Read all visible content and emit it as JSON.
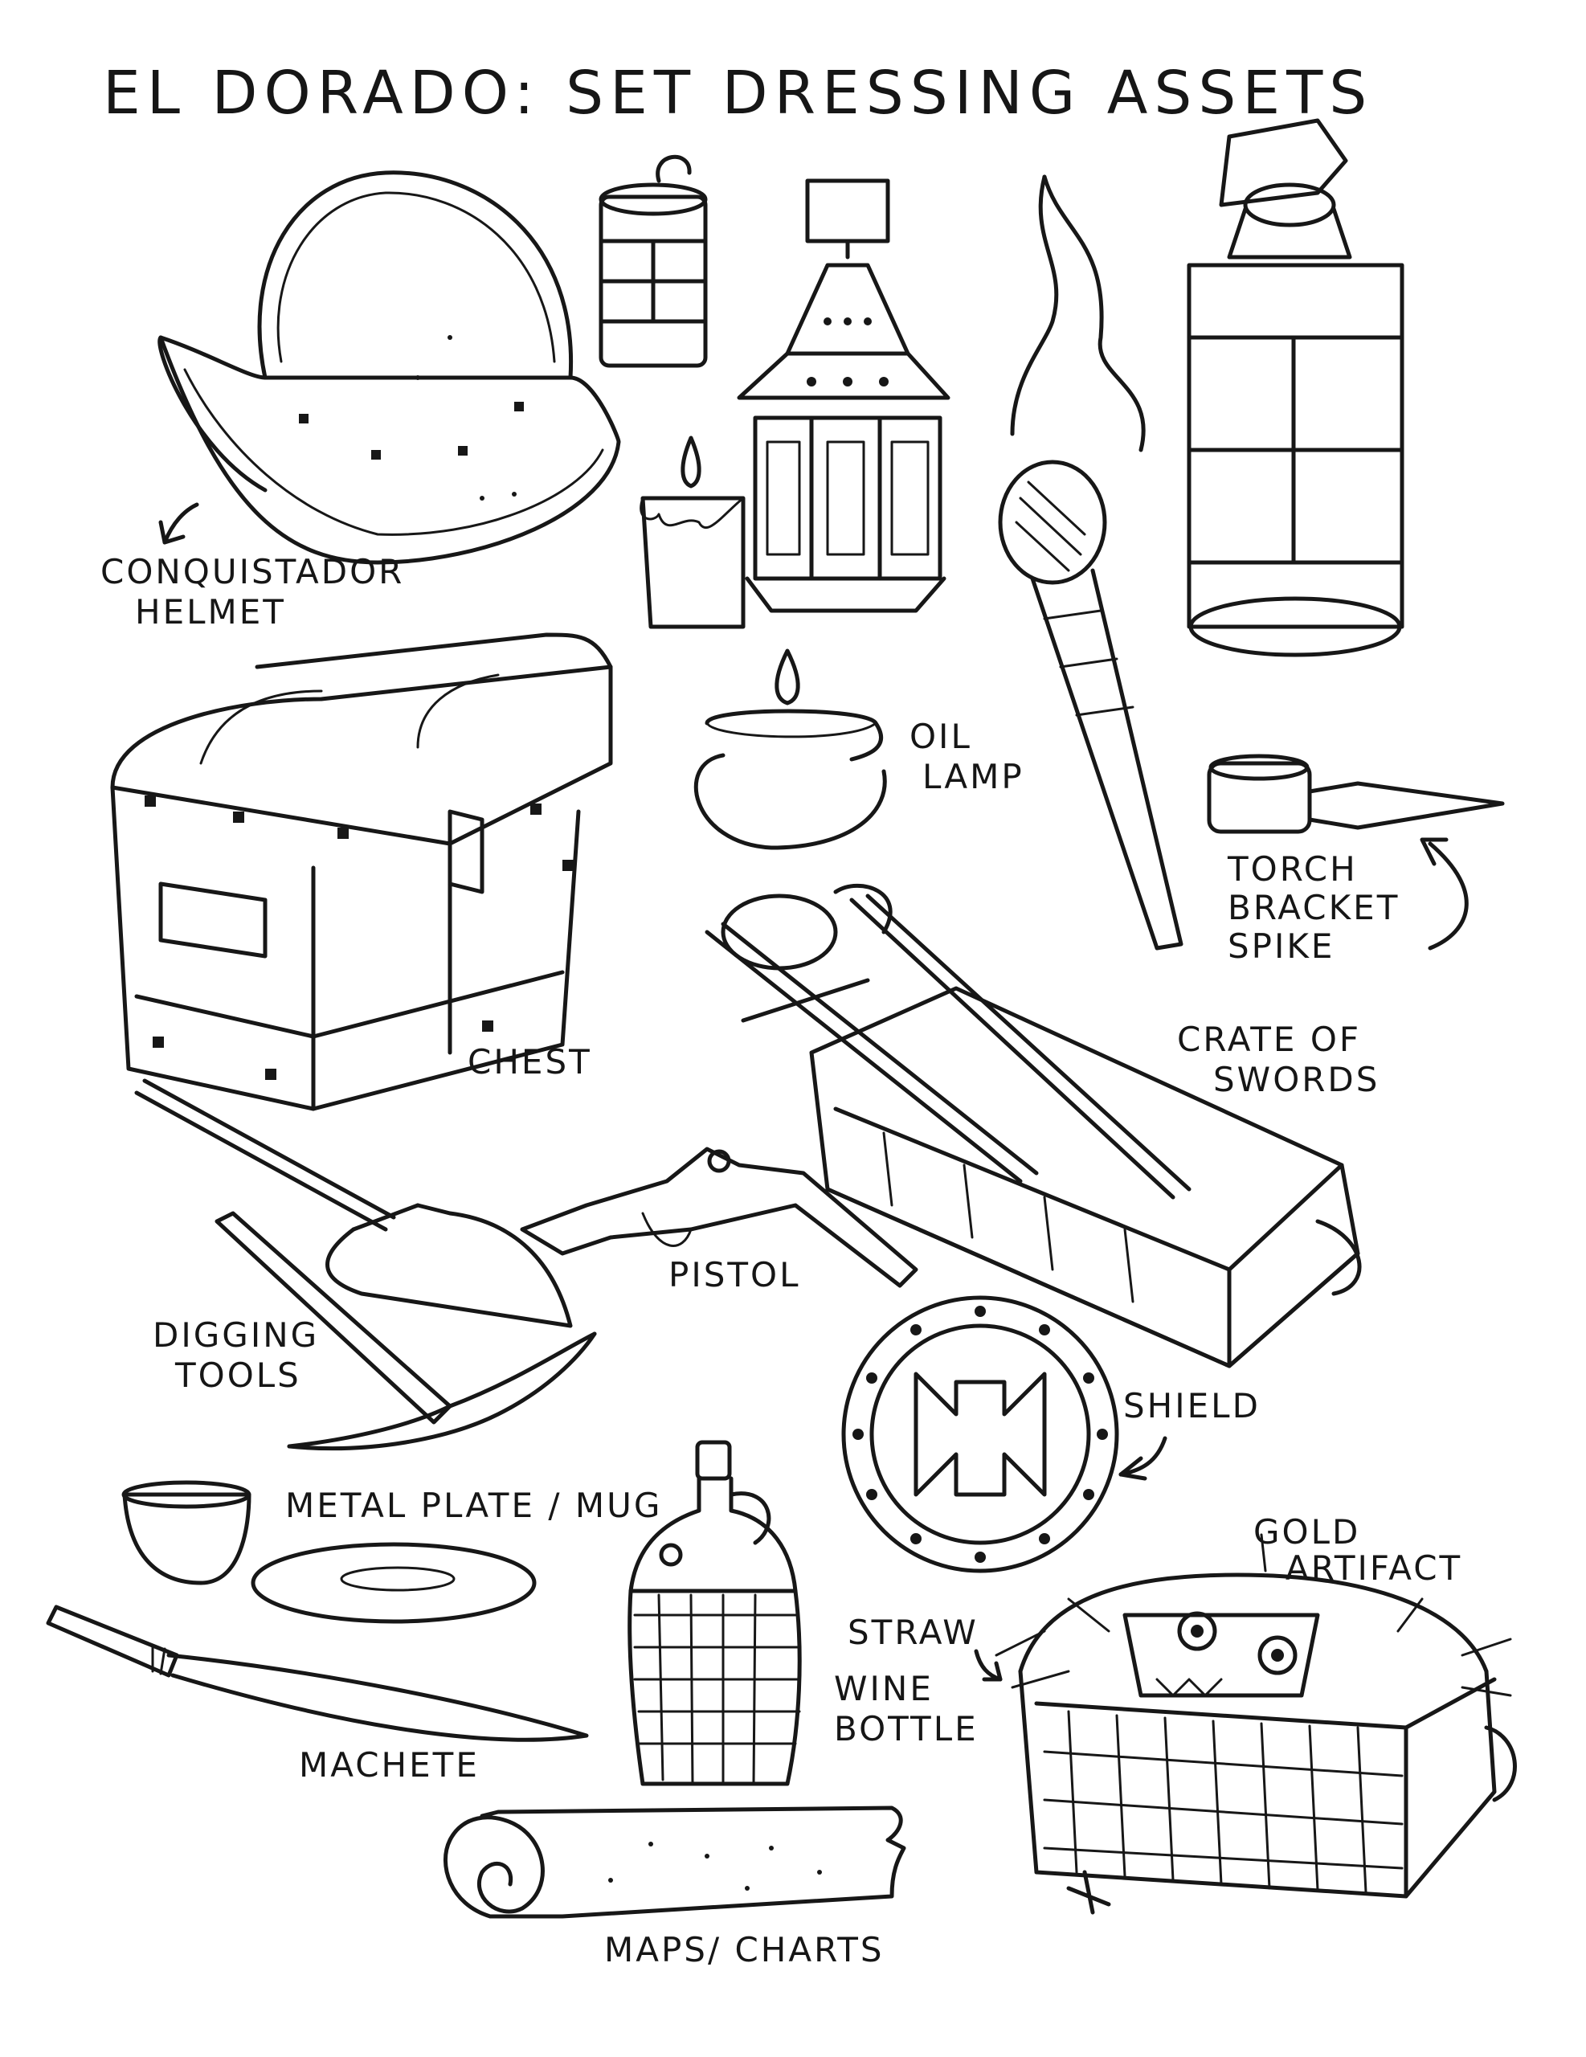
{
  "title": "EL DORADO:  SET DRESSING ASSETS",
  "labels": {
    "helmet_1": "CONQUISTADOR",
    "helmet_2": "HELMET",
    "oil_lamp_1": "OIL",
    "oil_lamp_2": "LAMP",
    "torch_bracket_1": "TORCH",
    "torch_bracket_2": "BRACKET",
    "torch_bracket_3": "SPIKE",
    "chest": "CHEST",
    "crate_1": "CRATE OF",
    "crate_2": "SWORDS",
    "pistol": "PISTOL",
    "digging_1": "DIGGING",
    "digging_2": "TOOLS",
    "shield": "SHIELD",
    "metal_plate": "METAL PLATE / MUG",
    "gold_1": "GOLD",
    "gold_2": "ARTIFACT",
    "straw": "STRAW",
    "wine_1": "WINE",
    "wine_2": "BOTTLE",
    "machete": "MACHETE",
    "maps": "MAPS/ CHARTS"
  },
  "colors": {
    "ink": "#171717",
    "paper": "#ffffff"
  }
}
